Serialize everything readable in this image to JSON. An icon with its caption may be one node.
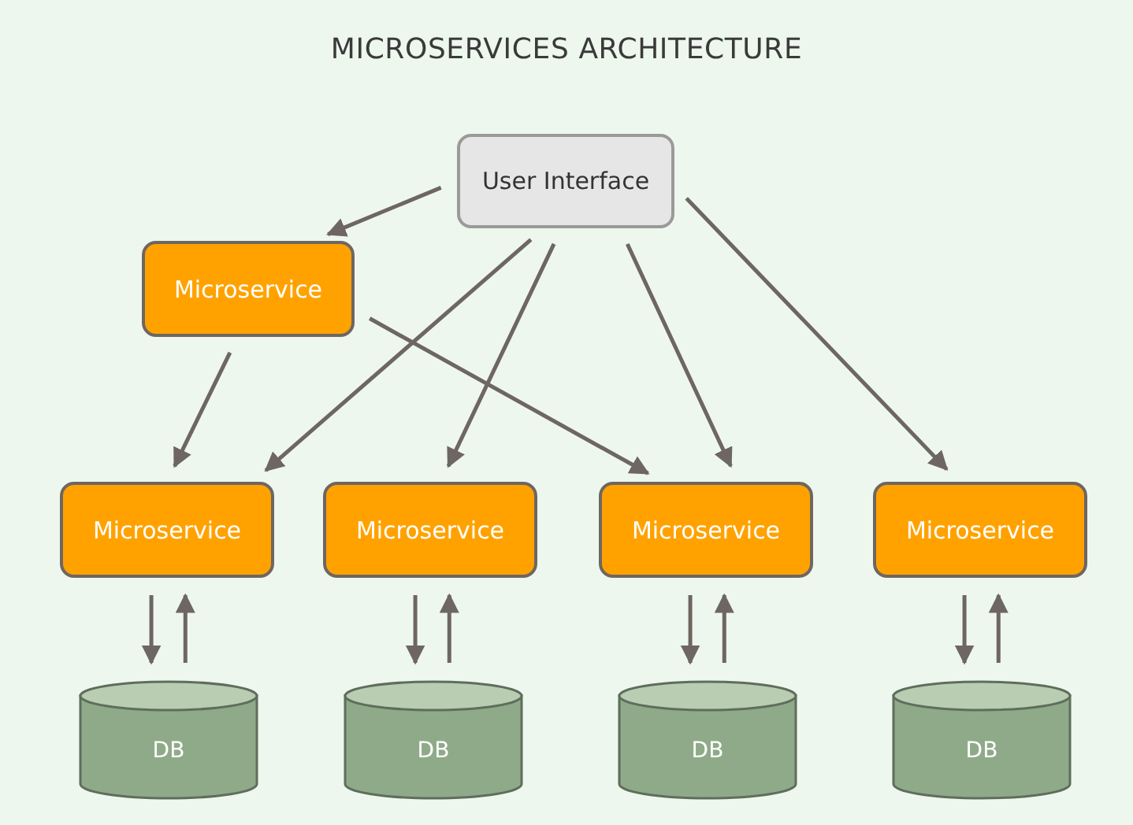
{
  "diagram": {
    "title": "MICROSERVICES ARCHITECTURE",
    "nodes": [
      {
        "text": [
          "User Interface"
        ]
      },
      {
        "text": [
          "Microservice"
        ]
      },
      {
        "text": [
          "Microservice"
        ]
      },
      {
        "text": [
          "Microservice"
        ]
      },
      {
        "text": [
          "Microservice"
        ]
      },
      {
        "text": [
          "Microservice"
        ]
      },
      {
        "text": [
          "DB"
        ]
      },
      {
        "text": [
          "DB"
        ]
      },
      {
        "text": [
          "DB"
        ]
      },
      {
        "text": [
          "DB"
        ]
      }
    ],
    "edges": [
      {
        "from": 0,
        "to": 1,
        "arrow": "to"
      },
      {
        "from": 0,
        "to": 2,
        "arrow": "to"
      },
      {
        "from": 0,
        "to": 3,
        "arrow": "to"
      },
      {
        "from": 0,
        "to": 4,
        "arrow": "to"
      },
      {
        "from": 0,
        "to": 5,
        "arrow": "to"
      },
      {
        "from": 1,
        "to": 2,
        "arrow": "to"
      },
      {
        "from": 1,
        "to": 4,
        "arrow": "to"
      },
      {
        "from": 2,
        "to": 6,
        "arrow": "to"
      },
      {
        "from": 6,
        "to": 2,
        "arrow": "to"
      },
      {
        "from": 3,
        "to": 7,
        "arrow": "to"
      },
      {
        "from": 7,
        "to": 3,
        "arrow": "to"
      },
      {
        "from": 4,
        "to": 8,
        "arrow": "to"
      },
      {
        "from": 8,
        "to": 4,
        "arrow": "to"
      },
      {
        "from": 5,
        "to": 9,
        "arrow": "to"
      },
      {
        "from": 9,
        "to": 5,
        "arrow": "to"
      }
    ]
  }
}
